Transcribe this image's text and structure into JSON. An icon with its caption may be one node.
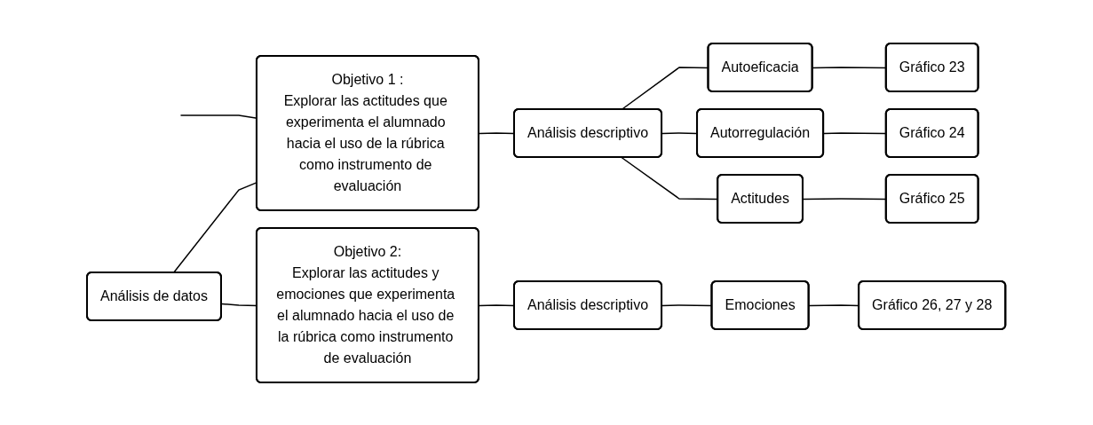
{
  "diagram": {
    "nodes": [
      {
        "text": [
          "Análisis de datos"
        ]
      },
      {
        "text": [
          "Objetivo 1 :",
          "Explorar las actitudes que experimenta el alumnado hacia el uso de la rúbrica como instrumento de evaluación"
        ]
      },
      {
        "text": [
          "Análisis descriptivo"
        ]
      },
      {
        "text": [
          "Autoeficacia"
        ]
      },
      {
        "text": [
          "Gráfico 23"
        ]
      },
      {
        "text": [
          "Autorregulación"
        ]
      },
      {
        "text": [
          "Gráfico 24"
        ]
      },
      {
        "text": [
          "Actitudes"
        ]
      },
      {
        "text": [
          "Gráfico 25"
        ]
      },
      {
        "text": [
          "Objetivo 2:",
          "Explorar las actitudes y emociones que experimenta el alumnado hacia el uso de la rúbrica como instrumento de evaluación"
        ]
      },
      {
        "text": [
          "Análisis descriptivo"
        ]
      },
      {
        "text": [
          "Emociones"
        ]
      },
      {
        "text": [
          "Gráfico 26, 27 y 28"
        ]
      }
    ],
    "edges": [
      {
        "from": null,
        "to": 1,
        "arrow": "none"
      },
      {
        "from": 0,
        "to": 1,
        "arrow": "none"
      },
      {
        "from": 0,
        "to": 9,
        "arrow": "none"
      },
      {
        "from": 1,
        "to": 2,
        "arrow": "none"
      },
      {
        "from": 2,
        "to": 3,
        "arrow": "none"
      },
      {
        "from": 3,
        "to": 4,
        "arrow": "none"
      },
      {
        "from": 2,
        "to": 5,
        "arrow": "none"
      },
      {
        "from": 5,
        "to": 6,
        "arrow": "none"
      },
      {
        "from": 2,
        "to": 7,
        "arrow": "none"
      },
      {
        "from": 7,
        "to": 8,
        "arrow": "none"
      },
      {
        "from": 9,
        "to": 10,
        "arrow": "none"
      },
      {
        "from": 10,
        "to": 11,
        "arrow": "none"
      },
      {
        "from": 11,
        "to": 12,
        "arrow": "none"
      }
    ]
  }
}
